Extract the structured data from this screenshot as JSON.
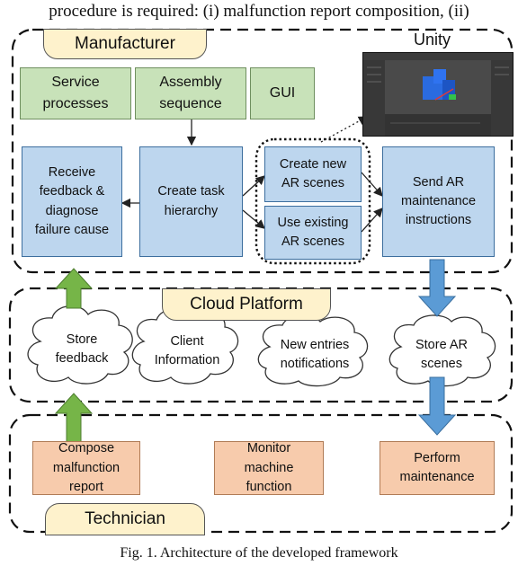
{
  "header_text": "procedure is required: (i) malfunction report composition, (ii)",
  "caption": "Fig. 1. Architecture of the developed framework",
  "groups": {
    "manufacturer": "Manufacturer",
    "unity": "Unity",
    "cloud_platform": "Cloud Platform",
    "technician": "Technician"
  },
  "green_boxes": {
    "service_processes": "Service processes",
    "assembly_sequence": "Assembly sequence",
    "gui": "GUI"
  },
  "blue_boxes": {
    "receive_feedback": "Receive feedback & diagnose failure cause",
    "create_task": "Create task hierarchy",
    "create_new_ar": "Create new AR scenes",
    "use_existing_ar": "Use existing AR scenes",
    "send_ar": "Send AR maintenance instructions"
  },
  "clouds": {
    "store_feedback": "Store feedback",
    "client_information": "Client Information",
    "new_entries": "New entries notifications",
    "store_ar_scenes": "Store AR scenes"
  },
  "peach_boxes": {
    "compose_report": "Compose malfunction report",
    "monitor_machine": "Monitor machine function",
    "perform_maintenance": "Perform maintenance"
  },
  "colors": {
    "green_fill": "#c8e2b9",
    "blue_fill": "#bdd6ee",
    "peach_fill": "#f7cbac",
    "label_fill": "#fef2cc",
    "up_arrow": "#76b548",
    "down_arrow": "#5b9bd5"
  }
}
